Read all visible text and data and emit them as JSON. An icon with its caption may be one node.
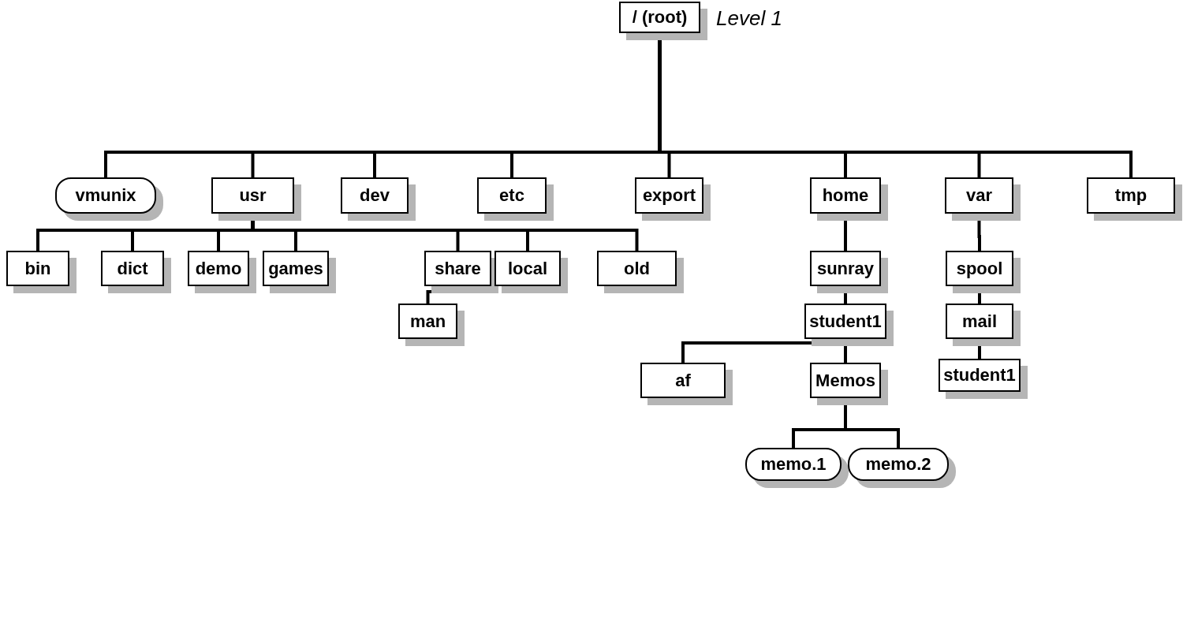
{
  "diagram": {
    "nodes": [
      {
        "text": [
          "/ (root)"
        ],
        "beside": [
          "Level 1"
        ]
      },
      {
        "text": [
          "vmunix"
        ]
      },
      {
        "text": [
          "usr"
        ]
      },
      {
        "text": [
          "dev"
        ]
      },
      {
        "text": [
          "etc"
        ]
      },
      {
        "text": [
          "export"
        ]
      },
      {
        "text": [
          "home"
        ]
      },
      {
        "text": [
          "var"
        ]
      },
      {
        "text": [
          "tmp"
        ]
      },
      {
        "text": [
          "bin"
        ]
      },
      {
        "text": [
          "dict"
        ]
      },
      {
        "text": [
          "demo"
        ]
      },
      {
        "text": [
          "games"
        ]
      },
      {
        "text": [
          "share"
        ]
      },
      {
        "text": [
          "local"
        ]
      },
      {
        "text": [
          "old"
        ]
      },
      {
        "text": [
          "sunray"
        ]
      },
      {
        "text": [
          "spool"
        ]
      },
      {
        "text": [
          "man"
        ]
      },
      {
        "text": [
          "student1"
        ]
      },
      {
        "text": [
          "mail"
        ]
      },
      {
        "text": [
          "af"
        ]
      },
      {
        "text": [
          "Memos"
        ]
      },
      {
        "text": [
          "student1"
        ]
      },
      {
        "text": [
          "memo.1"
        ]
      },
      {
        "text": [
          "memo.2"
        ]
      }
    ],
    "edges": [
      {
        "from": 0,
        "to": 1,
        "arrow": "none"
      },
      {
        "from": 0,
        "to": 2,
        "arrow": "none"
      },
      {
        "from": 0,
        "to": 3,
        "arrow": "none"
      },
      {
        "from": 0,
        "to": 4,
        "arrow": "none"
      },
      {
        "from": 0,
        "to": 5,
        "arrow": "none"
      },
      {
        "from": 0,
        "to": 6,
        "arrow": "none"
      },
      {
        "from": 0,
        "to": 7,
        "arrow": "none"
      },
      {
        "from": 0,
        "to": 8,
        "arrow": "none"
      },
      {
        "from": 2,
        "to": 9,
        "arrow": "none"
      },
      {
        "from": 2,
        "to": 10,
        "arrow": "none"
      },
      {
        "from": 2,
        "to": 11,
        "arrow": "none"
      },
      {
        "from": 2,
        "to": 12,
        "arrow": "none"
      },
      {
        "from": 2,
        "to": 13,
        "arrow": "none"
      },
      {
        "from": 2,
        "to": 14,
        "arrow": "none"
      },
      {
        "from": 2,
        "to": 15,
        "arrow": "none"
      },
      {
        "from": 6,
        "to": 16,
        "arrow": "none"
      },
      {
        "from": 7,
        "to": 17,
        "arrow": "none"
      },
      {
        "from": 13,
        "to": 18,
        "arrow": "none"
      },
      {
        "from": 16,
        "to": 19,
        "arrow": "none"
      },
      {
        "from": 17,
        "to": 20,
        "arrow": "none"
      },
      {
        "from": 19,
        "to": 21,
        "arrow": "none"
      },
      {
        "from": 19,
        "to": 22,
        "arrow": "none"
      },
      {
        "from": 20,
        "to": 23,
        "arrow": "none"
      },
      {
        "from": 22,
        "to": 24,
        "arrow": "none"
      },
      {
        "from": 22,
        "to": 25,
        "arrow": "none"
      }
    ]
  }
}
